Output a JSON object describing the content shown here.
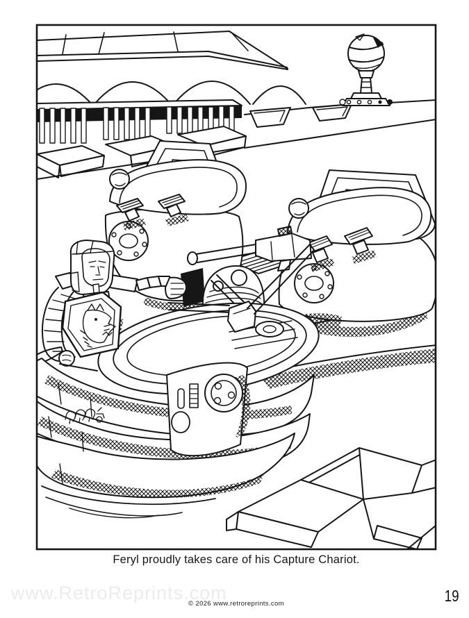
{
  "page": {
    "caption": "Feryl proudly takes care of his Capture Chariot.",
    "watermark": "www.RetroReprints.com",
    "copyright": "© 2026 www.retroreprints.com",
    "page_number": "19"
  },
  "artwork": {
    "description": "Black-and-white coloring-book line art: Feryl, in armor with a wolf emblem shield, stands at the cockpit of his Capture Chariot; two seated chariot pods rest on a platform behind him, with a domed pavilion, a spherical signal tower and angular stone blocks in the scene.",
    "ink_color": "#161616",
    "paper_color": "#ffffff",
    "watermark_color": "#ececec"
  }
}
